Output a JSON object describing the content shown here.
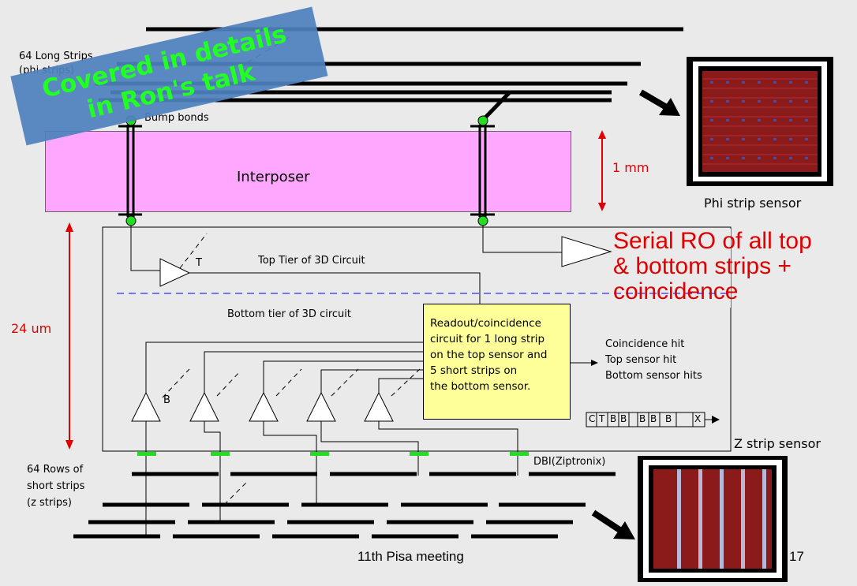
{
  "banner": {
    "line1": "Covered in details",
    "line2": "in Ron's talk",
    "bg": "#4f81bd",
    "fg": "#22ff22"
  },
  "labels": {
    "long_strips": "64 Long Strips",
    "phi_strips": "(phi strips)",
    "bump_bonds": "Bump bonds",
    "interposer": "Interposer",
    "one_mm": "1 mm",
    "phi_sensor": "Phi strip sensor",
    "serial_ro": [
      "Serial RO of all top",
      "& bottom strips +",
      "coincidence"
    ],
    "tier_T": "T",
    "top_tier": "Top Tier of 3D Circuit",
    "bottom_tier": "Bottom tier of 3D circuit",
    "twentyfour_um": "24 um",
    "readout_box": [
      "Readout/coincidence",
      "circuit for 1 long strip",
      "on the top sensor and",
      "5 short strips on",
      "the bottom sensor."
    ],
    "hit_list": [
      "Coincidence hit",
      "Top sensor hit",
      "Bottom sensor hits"
    ],
    "tier_B": "B",
    "shift_cells": [
      "C",
      "T",
      "B",
      "B",
      "B",
      "B",
      "B",
      "X"
    ],
    "z_sensor": "Z strip sensor",
    "dbi": "DBI(Ziptronix)",
    "short_rows": "64 Rows of",
    "short_strips": "short strips",
    "z_strips": "(z strips)",
    "footer": "11th Pisa meeting",
    "page_number": "17"
  },
  "colors": {
    "red": "#e00000",
    "interposer": "#ffa6ff",
    "readout_box": "#ffff99",
    "bond": "#22dd22",
    "dashed_line": "#0000ff"
  }
}
